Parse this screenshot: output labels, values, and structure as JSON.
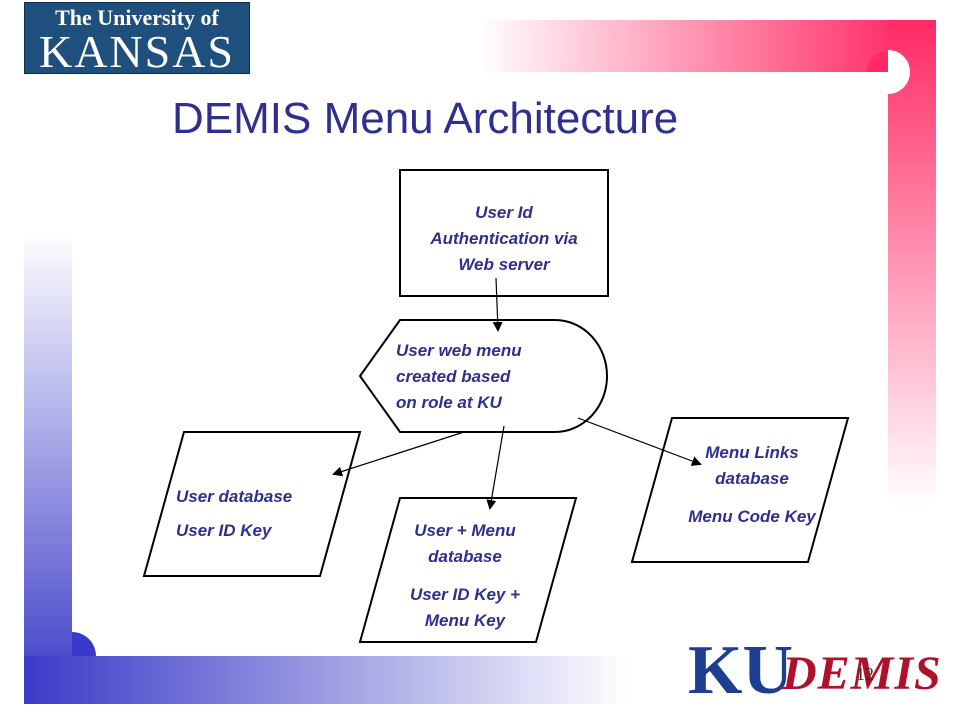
{
  "slide": {
    "title": "DEMIS Menu Architecture",
    "page_number": "12",
    "university_logo": {
      "line1": "The University of",
      "line2": "KANSAS"
    },
    "footer_logo": {
      "ku": "KU",
      "brand": "DEMIS"
    }
  },
  "nodes": {
    "auth": {
      "lines": [
        "User Id",
        "Authentication via",
        "Web server"
      ]
    },
    "menu": {
      "lines": [
        "User web menu",
        "created based",
        "on role at KU"
      ]
    },
    "user_db": {
      "lines": [
        "User database",
        "User ID Key"
      ]
    },
    "user_menu_db": {
      "lines": [
        "User + Menu",
        "database",
        "User ID Key +",
        "Menu Key"
      ]
    },
    "menu_links_db": {
      "lines": [
        "Menu Links",
        "database",
        "Menu Code Key"
      ]
    }
  },
  "colors": {
    "text": "#2f2f8f",
    "left_band": "#3a3ac8",
    "right_band": "#ff2a66",
    "shape_stroke": "#000000"
  }
}
